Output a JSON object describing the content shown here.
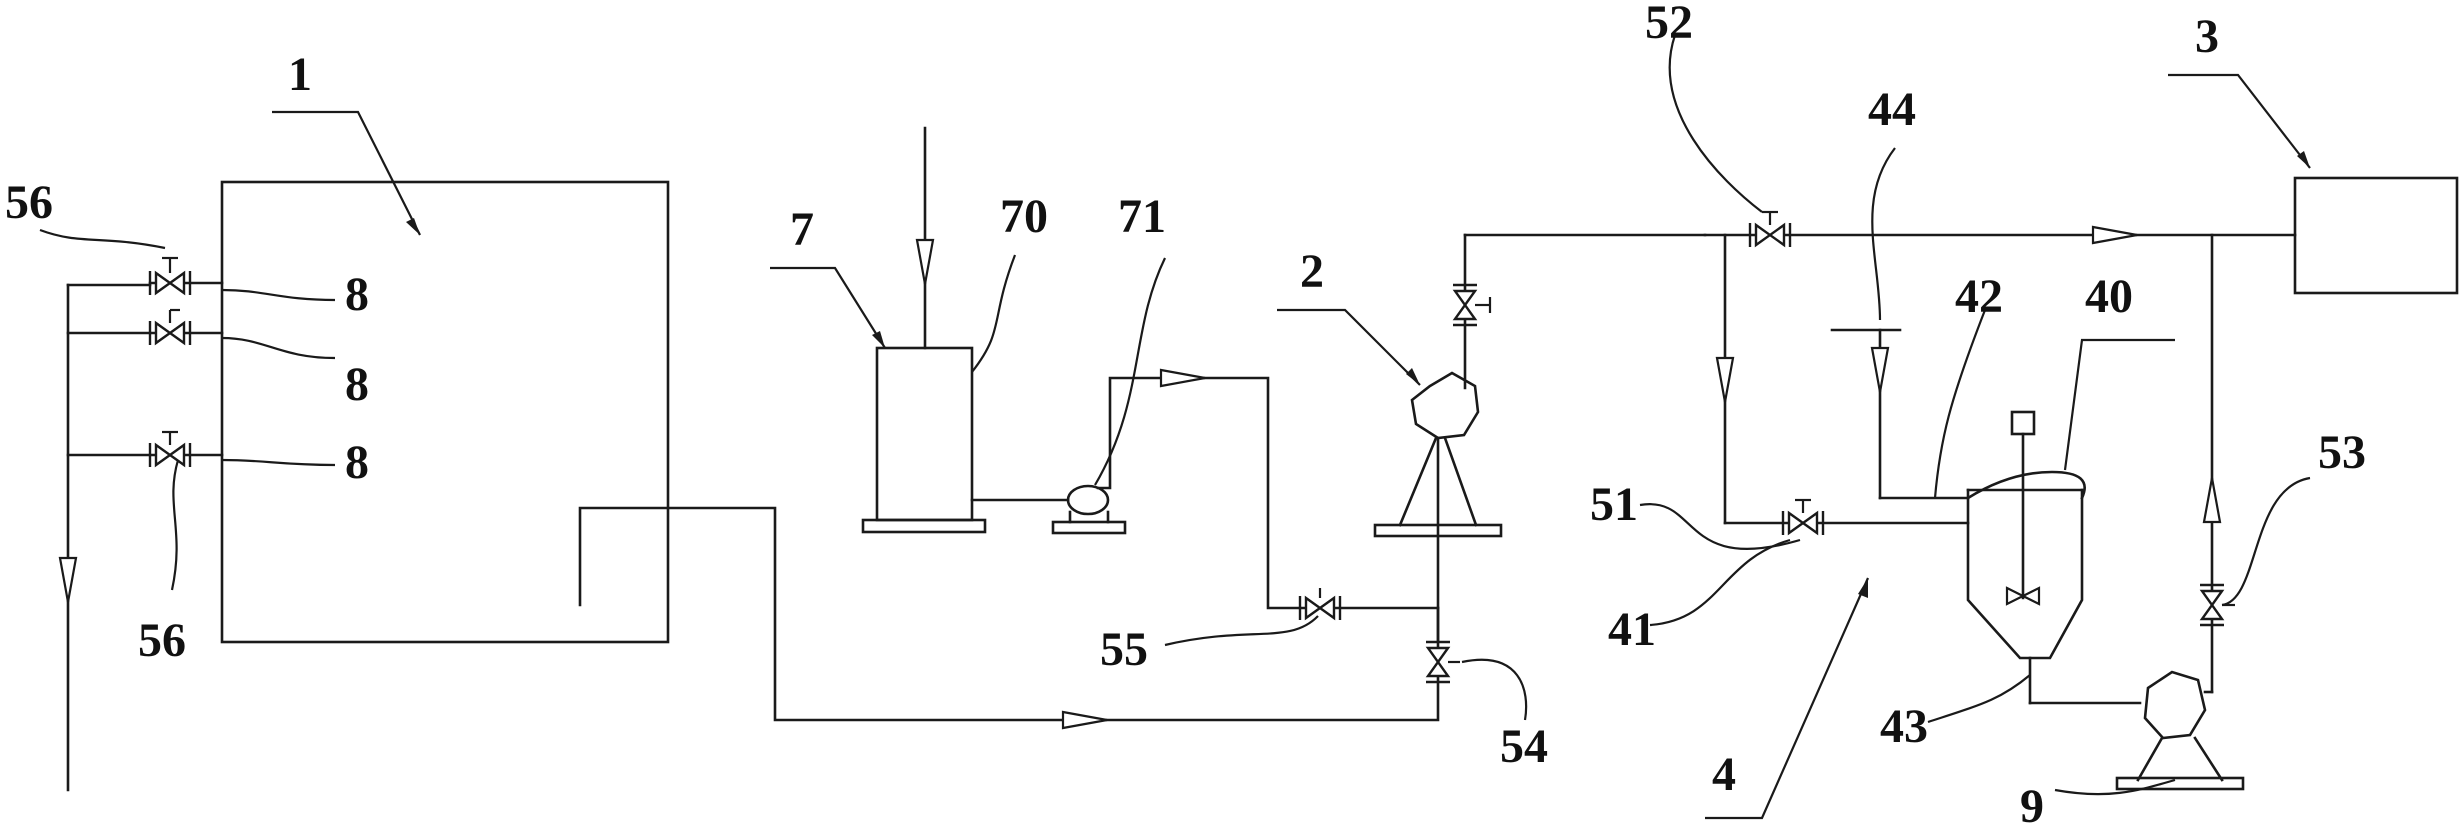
{
  "labels": {
    "tank_1": "1",
    "pump_2": "2",
    "box_3": "3",
    "unit_4": "4",
    "unit_7": "7",
    "valve_8_top": "8",
    "valve_8_mid": "8",
    "valve_8_bottom": "8",
    "pump_9": "9",
    "vessel_40": "40",
    "pipe_41": "41",
    "pipe_42": "42",
    "pipe_43": "43",
    "pipe_44": "44",
    "valve_51": "51",
    "valve_52": "52",
    "valve_53": "53",
    "valve_54": "54",
    "valve_55": "55",
    "valve_56_top": "56",
    "valve_56_bottom": "56",
    "tank_70": "70",
    "pump_71": "71"
  }
}
